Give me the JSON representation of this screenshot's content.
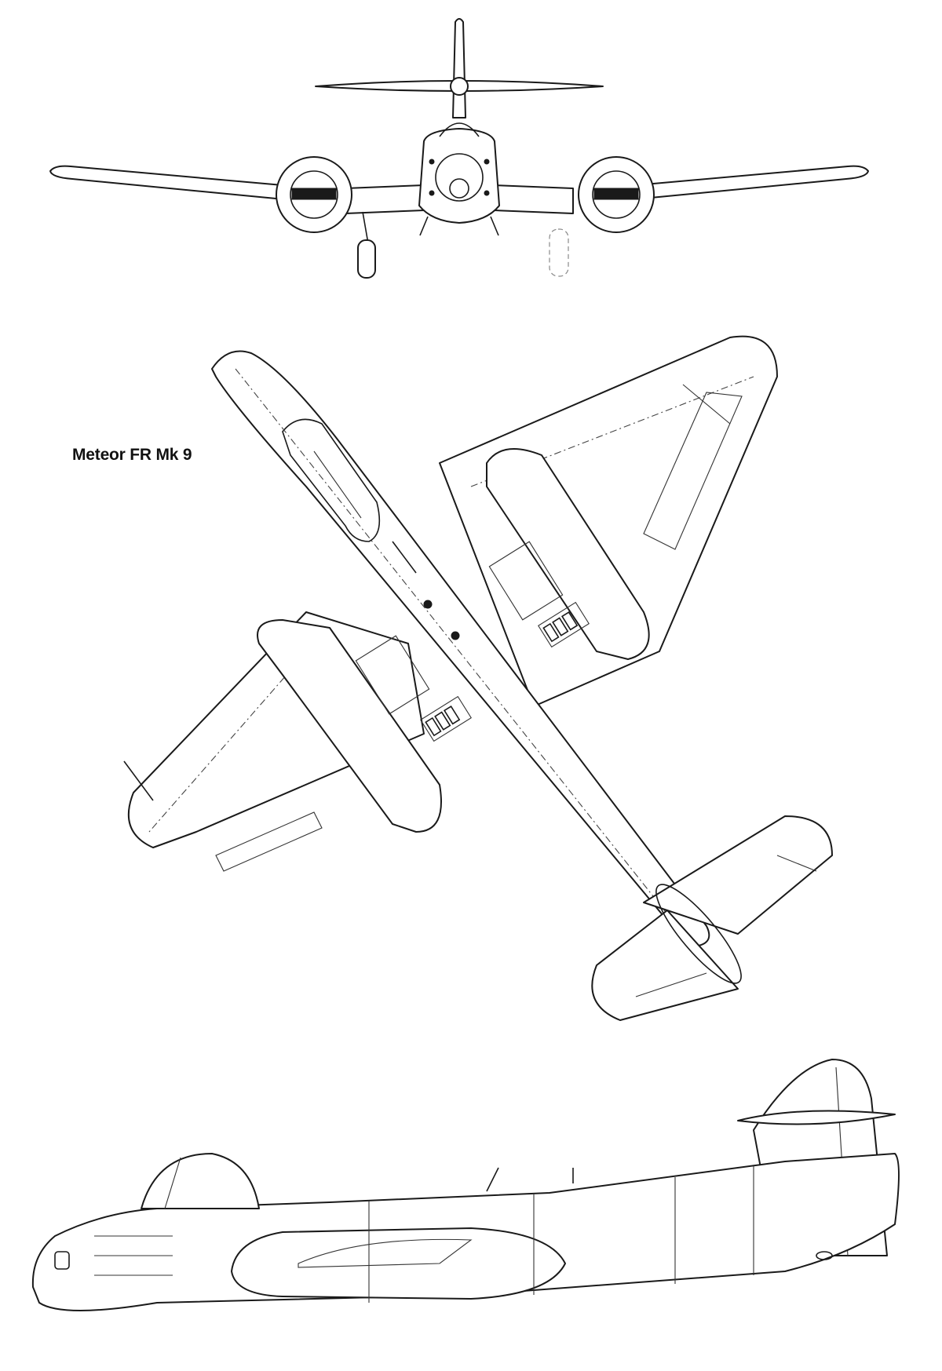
{
  "title": "Meteor FR Mk 9",
  "views": [
    "front-view",
    "plan-view",
    "side-view"
  ],
  "colors": {
    "line": "#1a1a1a",
    "paper": "#ffffff"
  }
}
